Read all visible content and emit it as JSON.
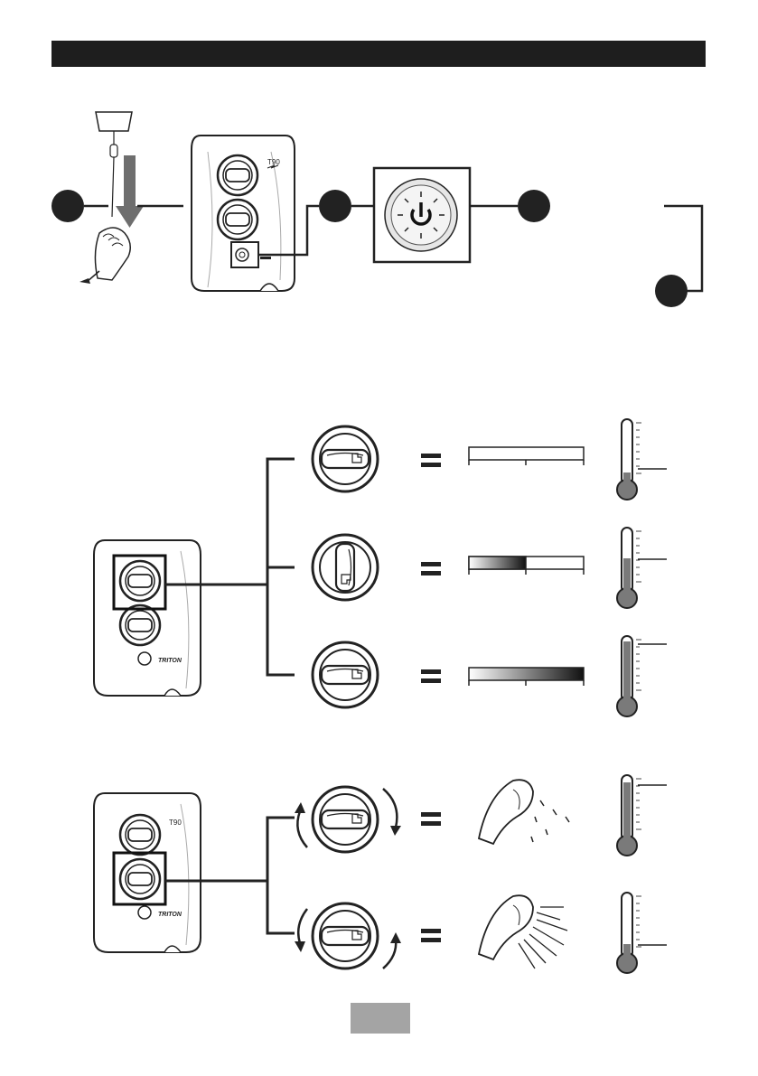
{
  "page": {
    "header_bar_color": "#1e1e1e",
    "page_tab_color": "#a4a4a4",
    "model_mark": "T90",
    "brand_label": "TRITON"
  },
  "section_power": {
    "steps": [
      "pull-cord-switch",
      "shower-unit",
      "power-button-closeup",
      "step-four",
      "step-five"
    ]
  },
  "section_temperature": {
    "rows": [
      {
        "dial": "cold-position",
        "fill_fraction": 0.0,
        "thermometer_level": 0.1
      },
      {
        "dial": "mid-position",
        "fill_fraction": 0.5,
        "thermometer_level": 0.5
      },
      {
        "dial": "hot-position",
        "fill_fraction": 1.0,
        "thermometer_level": 0.95
      }
    ]
  },
  "section_flow": {
    "rows": [
      {
        "rotation": "clockwise",
        "spray": "low-flow",
        "thermometer_level": 0.95
      },
      {
        "rotation": "anticlockwise",
        "spray": "high-flow",
        "thermometer_level": 0.15
      }
    ]
  }
}
